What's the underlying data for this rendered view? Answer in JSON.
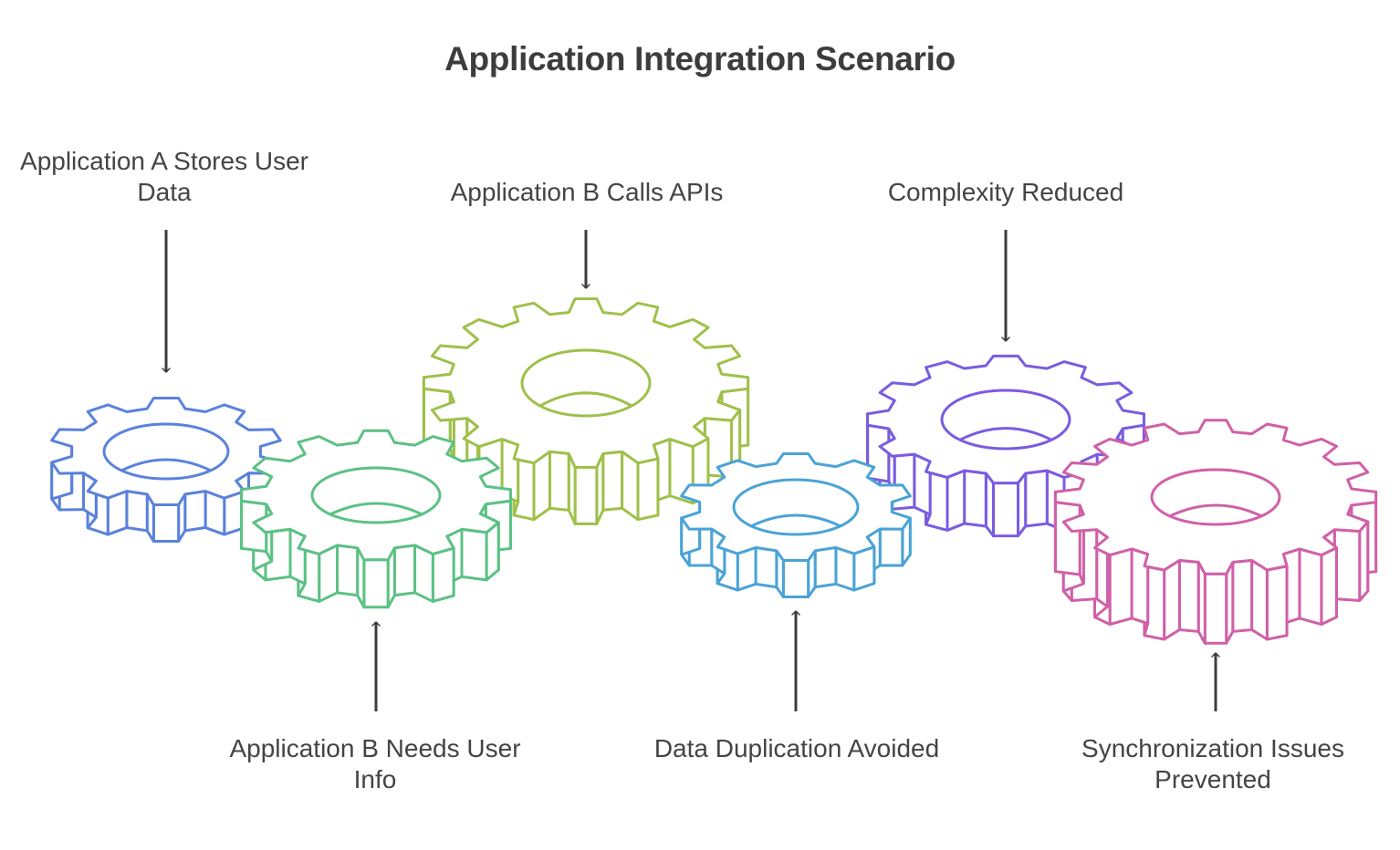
{
  "title": "Application Integration Scenario",
  "colors": {
    "gear_a": "#5a82dc",
    "gear_b_needs": "#5cc184",
    "gear_b_calls": "#9fc04a",
    "gear_dup": "#4aa3d6",
    "gear_complexity": "#7a5ce0",
    "gear_sync": "#d060a8",
    "arrow": "#3d3d3d",
    "text": "#444444"
  },
  "steps": [
    {
      "label": "Application A Stores User Data",
      "gear_color": "#5a82dc",
      "icon": "gear-icon"
    },
    {
      "label": "Application B Needs User Info",
      "gear_color": "#5cc184",
      "icon": "gear-icon"
    },
    {
      "label": "Application B Calls APIs",
      "gear_color": "#9fc04a",
      "icon": "gear-icon"
    },
    {
      "label": "Data Duplication Avoided",
      "gear_color": "#4aa3d6",
      "icon": "gear-icon"
    },
    {
      "label": "Complexity Reduced",
      "gear_color": "#7a5ce0",
      "icon": "gear-icon"
    },
    {
      "label": "Synchronization Issues Prevented",
      "gear_color": "#d060a8",
      "icon": "gear-icon"
    }
  ]
}
